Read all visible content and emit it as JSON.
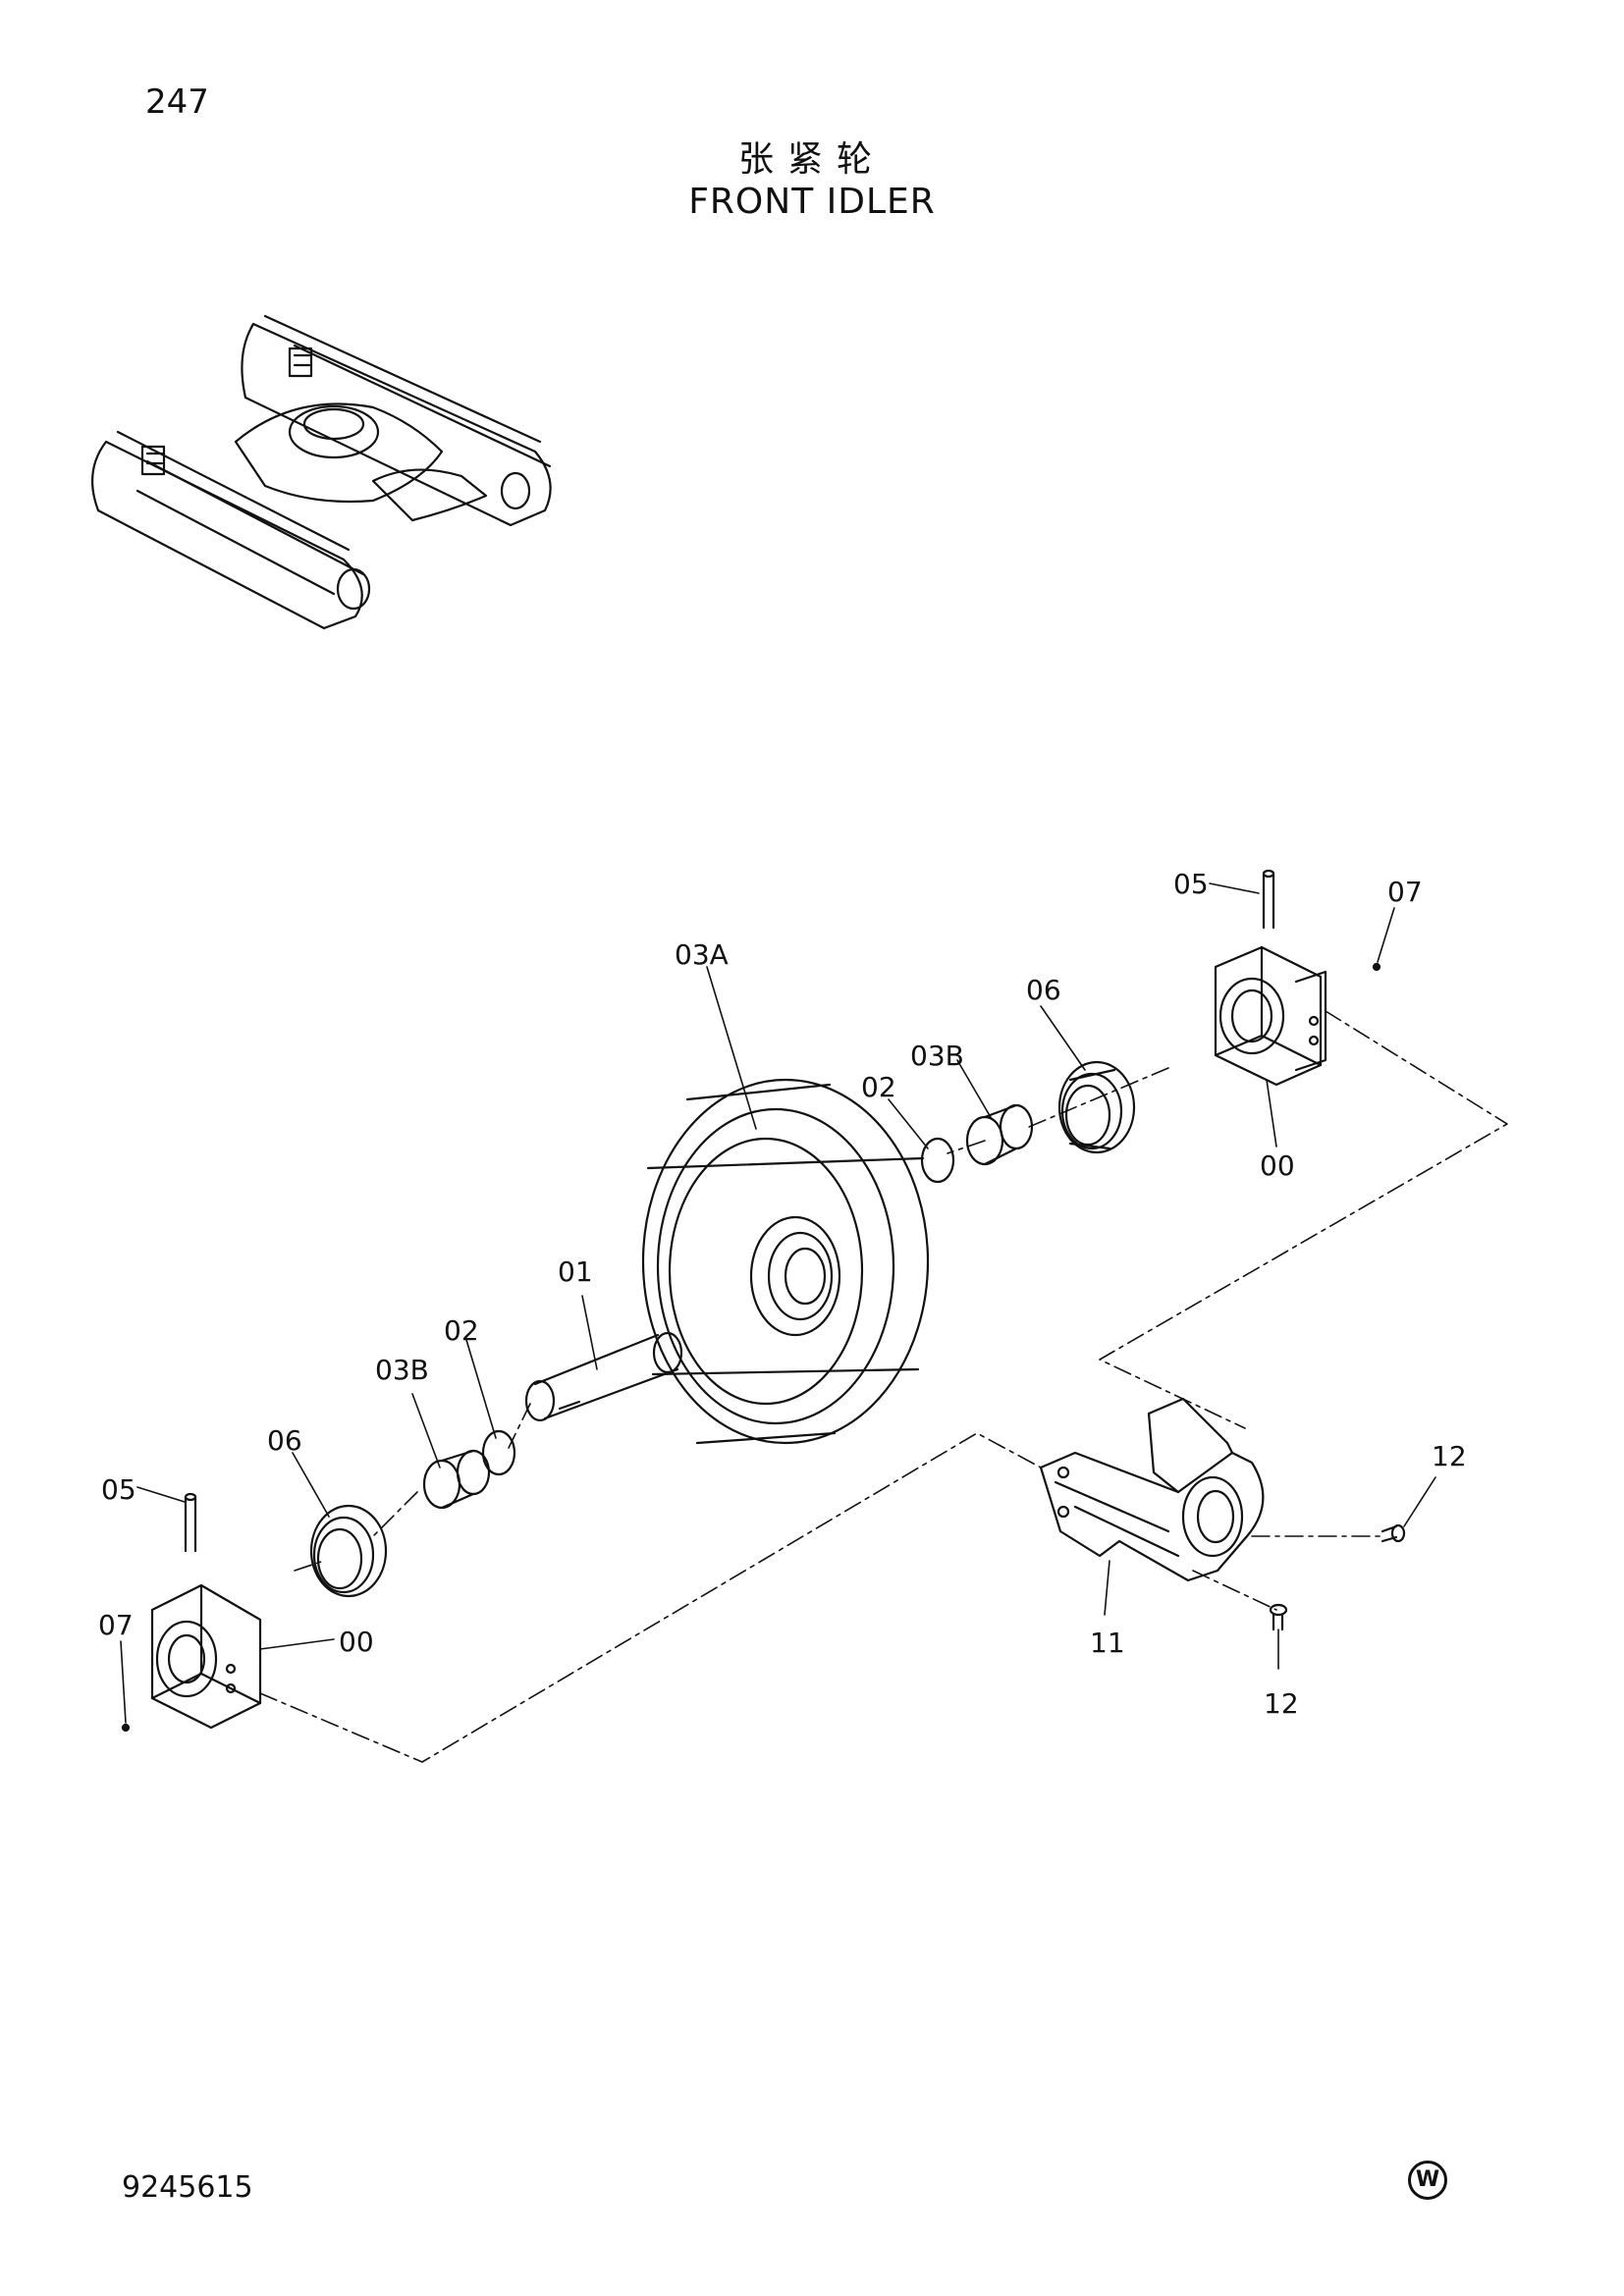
{
  "header": {
    "page_number": "247",
    "title_cn": "张紧轮",
    "title_en": "FRONT IDLER"
  },
  "callouts": {
    "c_05_right": "05",
    "c_07_right": "07",
    "c_03A": "03A",
    "c_06_right": "06",
    "c_03B_right": "03B",
    "c_02_right": "02",
    "c_00_right": "00",
    "c_01": "01",
    "c_02_left": "02",
    "c_03B_left": "03B",
    "c_06_left": "06",
    "c_05_left": "05",
    "c_07_left": "07",
    "c_00_left": "00",
    "c_12_top": "12",
    "c_11": "11",
    "c_12_bottom": "12"
  },
  "footer": {
    "doc_number": "9245615",
    "brand_mark": "W"
  }
}
